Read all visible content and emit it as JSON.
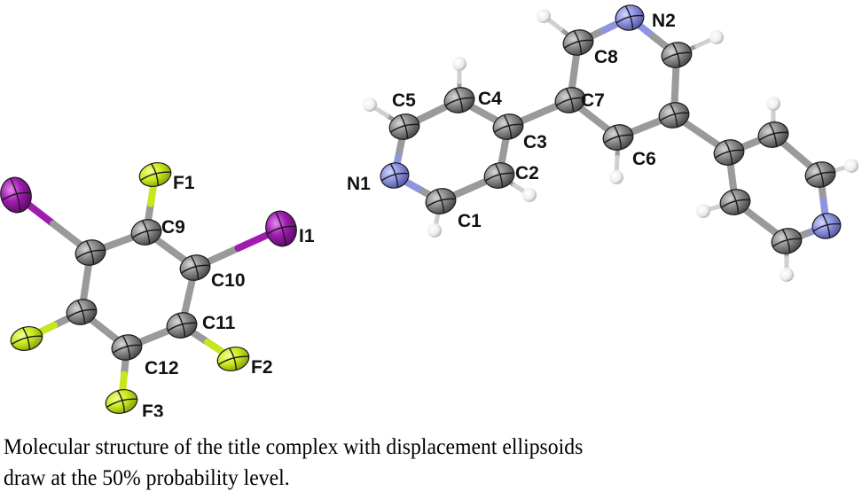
{
  "figure": {
    "colors": {
      "carbon": "#8a8a8a",
      "nitrogen": "#8f94e0",
      "iodine": "#9a1aa8",
      "fluorine": "#c8e61e",
      "hydrogen": "#f2f2f2",
      "bond": "#9a9a9a",
      "outline": "#1a1a1a"
    },
    "molecules": [
      {
        "name": "diiodotrifluorobenzene",
        "atoms": [
          {
            "id": "I1p",
            "el": "I",
            "label": ""
          },
          {
            "id": "F1",
            "el": "F",
            "label": "F1"
          },
          {
            "id": "C9",
            "el": "C",
            "label": "C9"
          },
          {
            "id": "I1",
            "el": "I",
            "label": "I1"
          },
          {
            "id": "C10p",
            "el": "C",
            "label": ""
          },
          {
            "id": "C10",
            "el": "C",
            "label": "C10"
          },
          {
            "id": "C11",
            "el": "C",
            "label": "C11"
          },
          {
            "id": "C11p",
            "el": "C",
            "label": ""
          },
          {
            "id": "C12",
            "el": "C",
            "label": "C12"
          },
          {
            "id": "F2p",
            "el": "F",
            "label": ""
          },
          {
            "id": "F2",
            "el": "F",
            "label": "F2"
          },
          {
            "id": "F3",
            "el": "F",
            "label": "F3"
          }
        ]
      },
      {
        "name": "terpyridine-like",
        "atoms": [
          {
            "id": "N1",
            "el": "N",
            "label": "N1"
          },
          {
            "id": "C5",
            "el": "C",
            "label": "C5"
          },
          {
            "id": "C4",
            "el": "C",
            "label": "C4"
          },
          {
            "id": "C3",
            "el": "C",
            "label": "C3"
          },
          {
            "id": "C2",
            "el": "C",
            "label": "C2"
          },
          {
            "id": "C1",
            "el": "C",
            "label": "C1"
          },
          {
            "id": "C7",
            "el": "C",
            "label": "C7"
          },
          {
            "id": "C8",
            "el": "C",
            "label": "C8"
          },
          {
            "id": "N2",
            "el": "N",
            "label": "N2"
          },
          {
            "id": "C8p",
            "el": "C",
            "label": ""
          },
          {
            "id": "C7p",
            "el": "C",
            "label": ""
          },
          {
            "id": "C6",
            "el": "C",
            "label": "C6"
          },
          {
            "id": "C3p",
            "el": "C",
            "label": ""
          },
          {
            "id": "C4p",
            "el": "C",
            "label": ""
          },
          {
            "id": "C5p",
            "el": "C",
            "label": ""
          },
          {
            "id": "N1p",
            "el": "N",
            "label": ""
          },
          {
            "id": "C1p",
            "el": "C",
            "label": ""
          },
          {
            "id": "C2p",
            "el": "C",
            "label": ""
          }
        ]
      }
    ]
  },
  "caption": {
    "line1": "Molecular structure of the title complex with displacement ellipsoids",
    "line2": "draw at the 50% probability level."
  }
}
